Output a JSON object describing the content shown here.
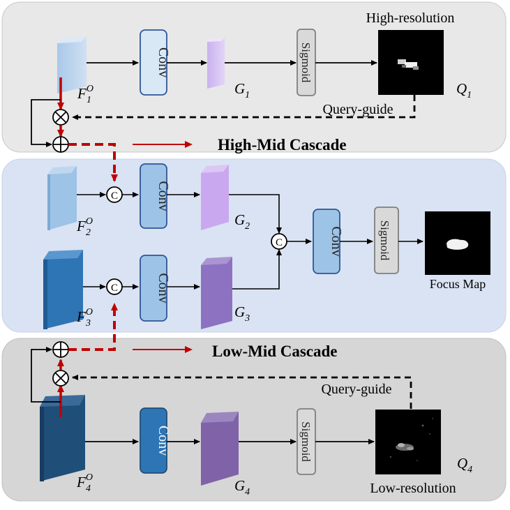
{
  "panels": {
    "high": {
      "title": "High-resolution",
      "f_label": "F",
      "f_sub": "1",
      "f_sup": "O",
      "g_label": "G",
      "g_sub": "1",
      "conv": "Conv",
      "sigmoid": "Sigmoid",
      "q_label": "Q",
      "q_sub": "1",
      "query_guide": "Query-guide",
      "cascade": "High-Mid Cascade"
    },
    "mid": {
      "f2_label": "F",
      "f2_sub": "2",
      "f2_sup": "O",
      "f3_label": "F",
      "f3_sub": "3",
      "f3_sup": "O",
      "g2_label": "G",
      "g2_sub": "2",
      "g3_label": "G",
      "g3_sub": "3",
      "conv": "Conv",
      "concat": "C",
      "sigmoid": "Sigmoid",
      "focus_map": "Focus Map"
    },
    "low": {
      "cascade": "Low-Mid Cascade",
      "query_guide": "Query-guide",
      "f_label": "F",
      "f_sub": "4",
      "f_sup": "O",
      "g_label": "G",
      "g_sub": "4",
      "conv": "Conv",
      "sigmoid": "Sigmoid",
      "q_label": "Q",
      "q_sub": "4",
      "title": "Low-resolution"
    }
  },
  "colors": {
    "high_bg": "#e8e8e8",
    "mid_bg": "#dae3f3",
    "low_bg": "#d6d6d6",
    "conv_light": "#d9e8f5",
    "conv_mid": "#9dc3e6",
    "conv_dark": "#2e75b6",
    "red_path": "#c00000"
  }
}
